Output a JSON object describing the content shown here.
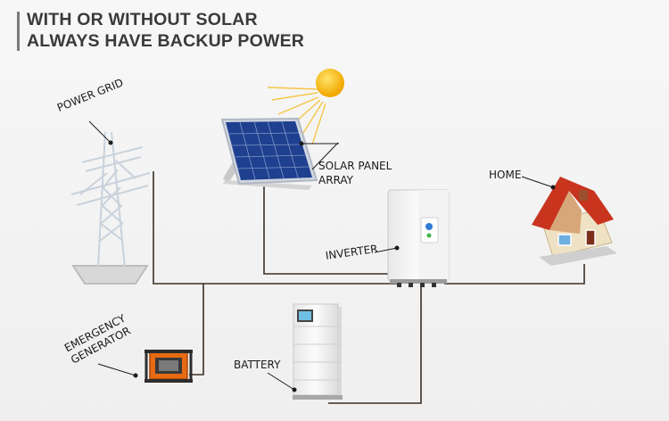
{
  "header": {
    "line1": "WITH OR WITHOUT SOLAR",
    "line2": "ALWAYS HAVE BACKUP POWER"
  },
  "labels": {
    "power_grid": "POWER GRID",
    "solar_line1": "SOLAR PANEL",
    "solar_line2": "ARRAY",
    "home": "HOME",
    "inverter": "INVERTER",
    "emergency_line1": "EMERGENCY",
    "emergency_line2": "GENERATOR",
    "battery": "BATTERY"
  },
  "colors": {
    "wire": "#3b2f25",
    "panel_cell": "#1f3f8f",
    "sun": "#f6b400",
    "roof": "#c8341e",
    "generator": "#e86a12"
  },
  "icons": [
    "sun-icon",
    "power-tower-icon",
    "solar-panel-icon",
    "inverter-icon",
    "house-icon",
    "generator-icon",
    "battery-icon"
  ]
}
